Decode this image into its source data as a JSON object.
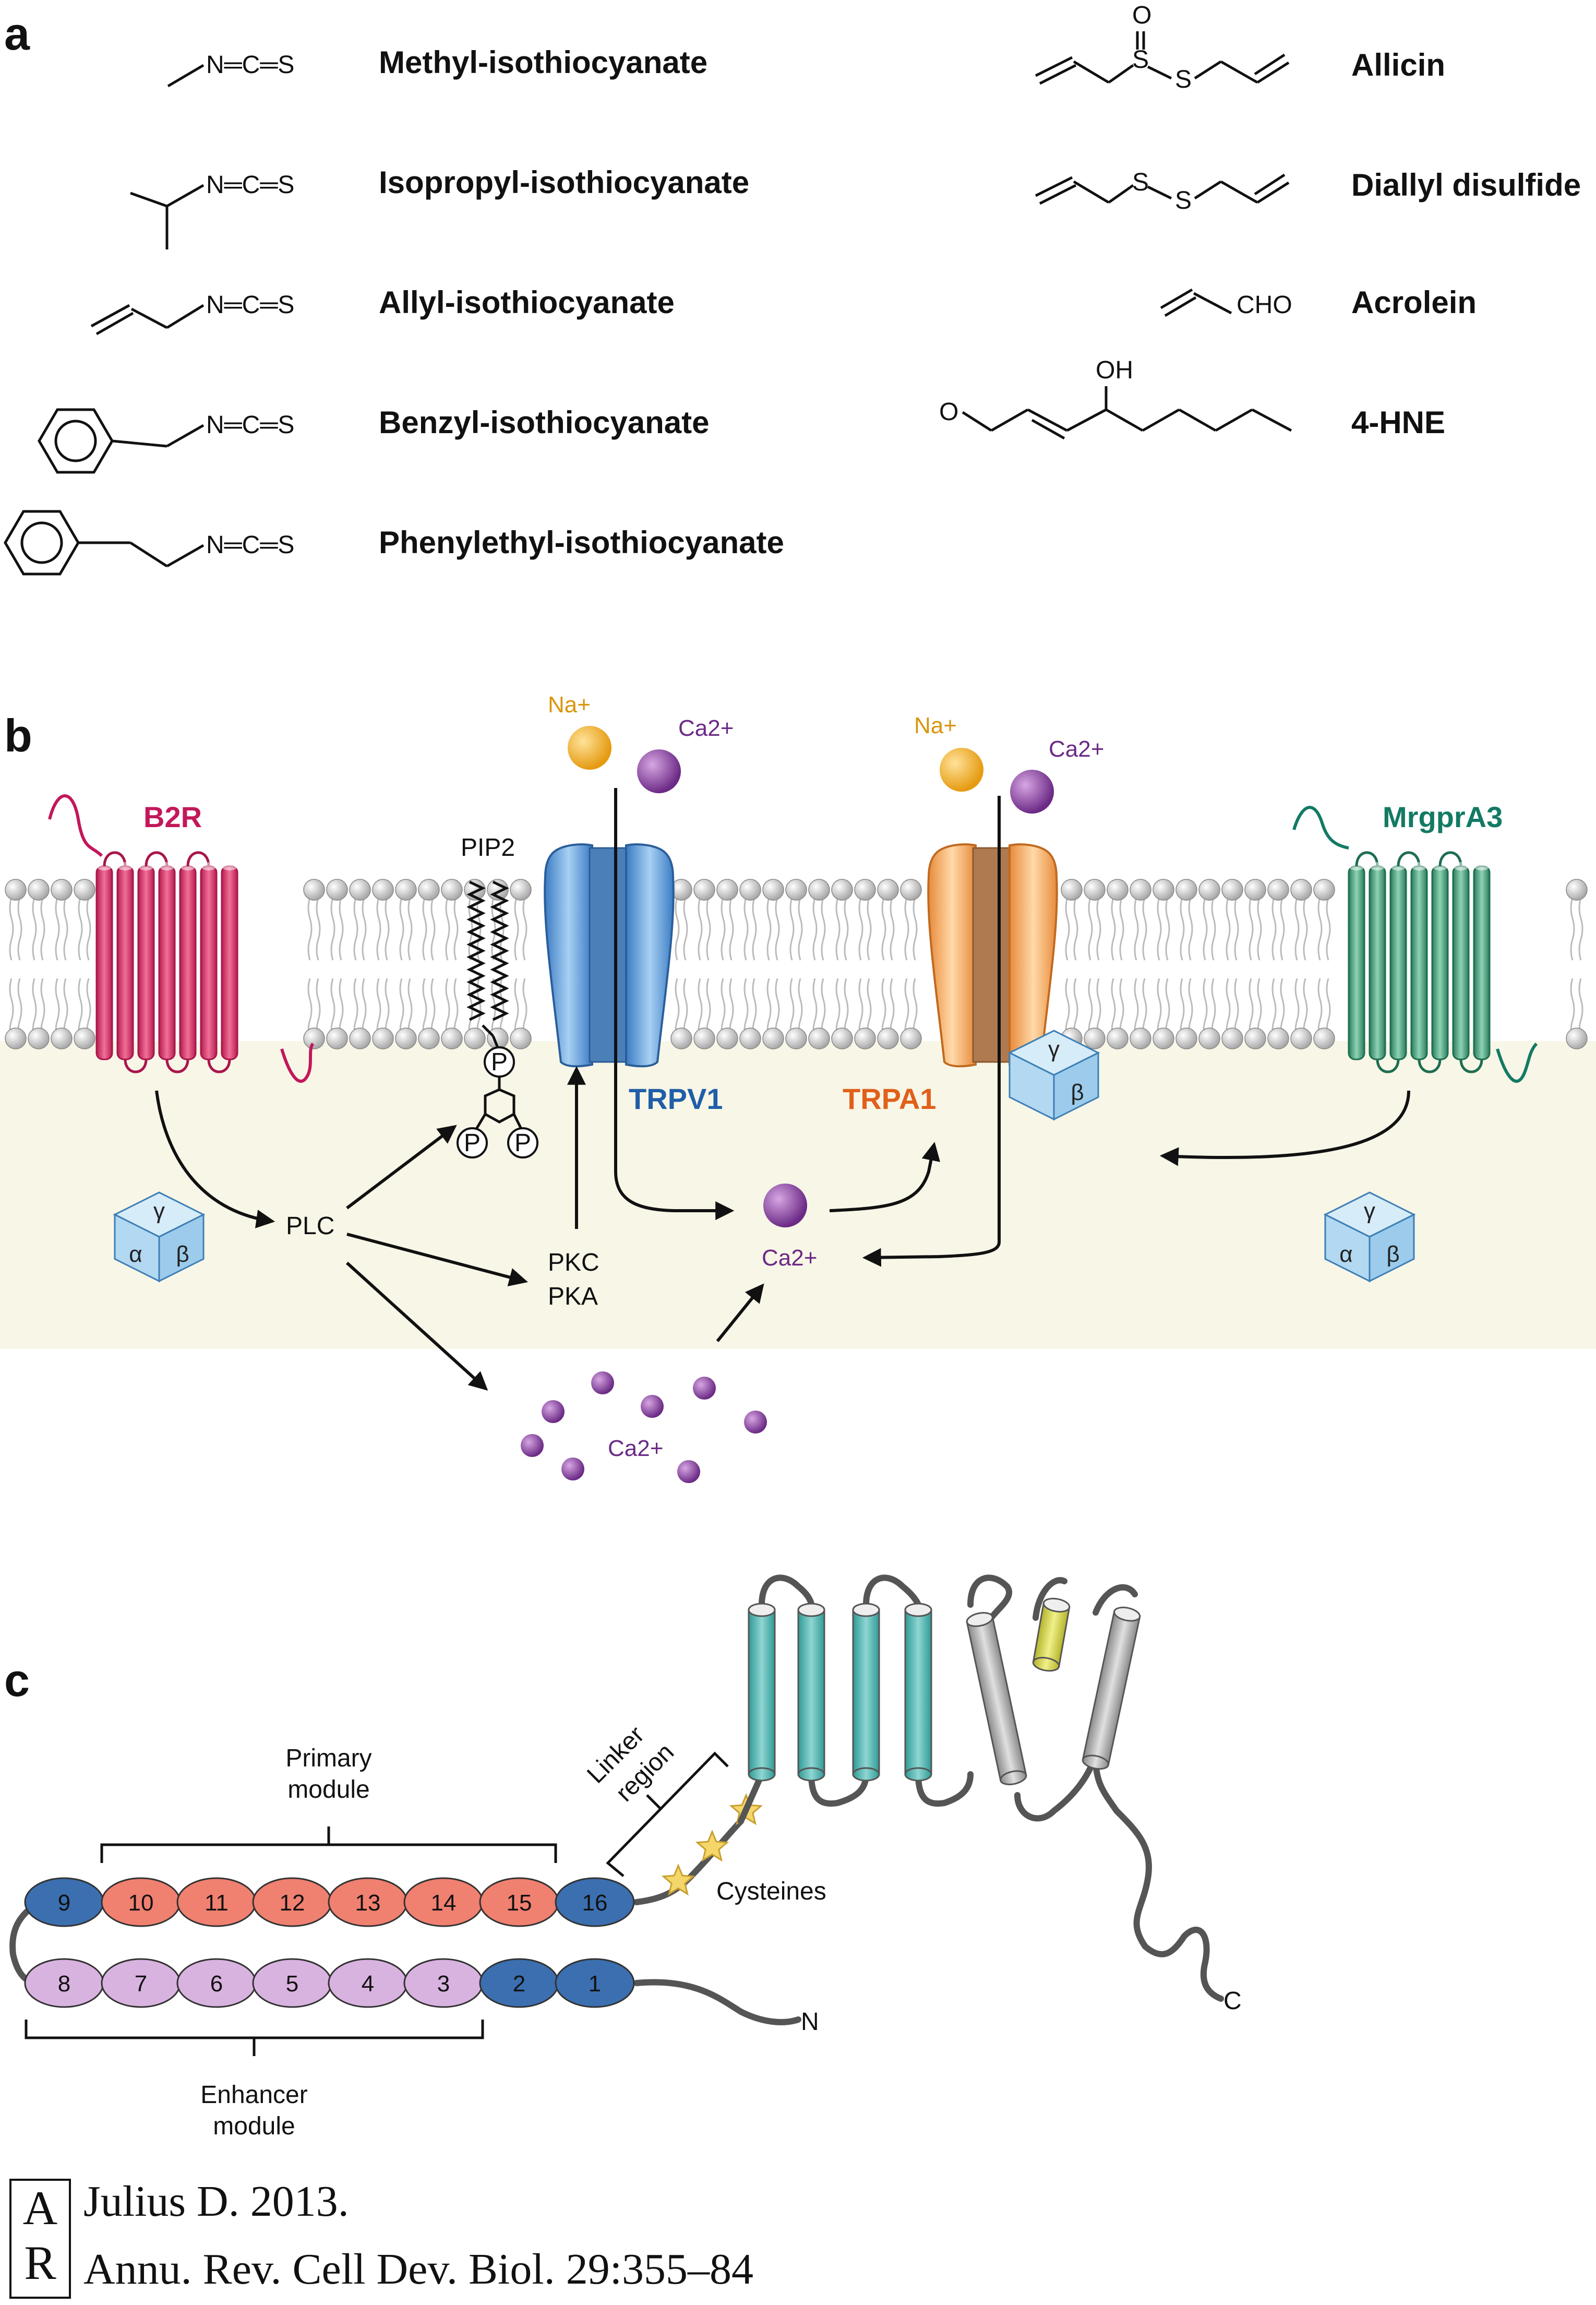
{
  "panel_a": {
    "letter": "a",
    "left_compounds": [
      {
        "name": "Methyl-isothiocyanate"
      },
      {
        "name": "Isopropyl-isothiocyanate"
      },
      {
        "name": "Allyl-isothiocyanate"
      },
      {
        "name": "Benzyl-isothiocyanate"
      },
      {
        "name": "Phenylethyl-isothiocyanate"
      }
    ],
    "right_compounds": [
      {
        "name": "Allicin"
      },
      {
        "name": "Diallyl disulfide"
      },
      {
        "name": "Acrolein"
      },
      {
        "name": "4-HNE"
      }
    ],
    "atoms": {
      "ncs": "N═C═S",
      "o": "O",
      "s": "S",
      "cho": "CHO",
      "oh": "OH"
    }
  },
  "panel_b": {
    "letter": "b",
    "receptors": {
      "b2r": "B2R",
      "mrgpra3": "MrgprA3",
      "trpv1": "TRPV1",
      "trpa1": "TRPA1"
    },
    "pip2": "PIP2",
    "plc": "PLC",
    "pkc": "PKC",
    "pka": "PKA",
    "phosphate": "P",
    "ions": {
      "na": "Na+",
      "ca": "Ca2+"
    },
    "g_protein": {
      "alpha": "α",
      "beta": "β",
      "gamma": "γ"
    },
    "colors": {
      "b2r": "#d6255f",
      "mrgpra3": "#3a9a78",
      "trpv1": "#5b9bd5",
      "trpa1": "#f5a35a",
      "sodium": "#f2a516",
      "calcium": "#8e3fa0",
      "cytoplasm": "#f8f6e7"
    }
  },
  "panel_c": {
    "letter": "c",
    "primary_module": "Primary\nmodule",
    "enhancer_module": "Enhancer\nmodule",
    "linker_region": "Linker\nregion",
    "cysteines": "Cysteines",
    "top_row_domains": [
      "9",
      "10",
      "11",
      "12",
      "13",
      "14",
      "15",
      "16"
    ],
    "bottom_row_domains": [
      "8",
      "7",
      "6",
      "5",
      "4",
      "3",
      "2",
      "1"
    ],
    "n_terminus": "N",
    "c_terminus": "C",
    "colors": {
      "blue_domain": "#3b6fb0",
      "red_domain": "#f08070",
      "purple_domain": "#d9b3e0",
      "helix_teal": "#4fb8b5",
      "helix_gray": "#a8a8a8",
      "helix_yellow": "#d6d64a",
      "cysteine_star": "#f5d66a"
    }
  },
  "citation": {
    "line1": "Julius D. 2013.",
    "line2": "Annu. Rev. Cell Dev. Biol. 29:355–84",
    "logo": "AR"
  }
}
